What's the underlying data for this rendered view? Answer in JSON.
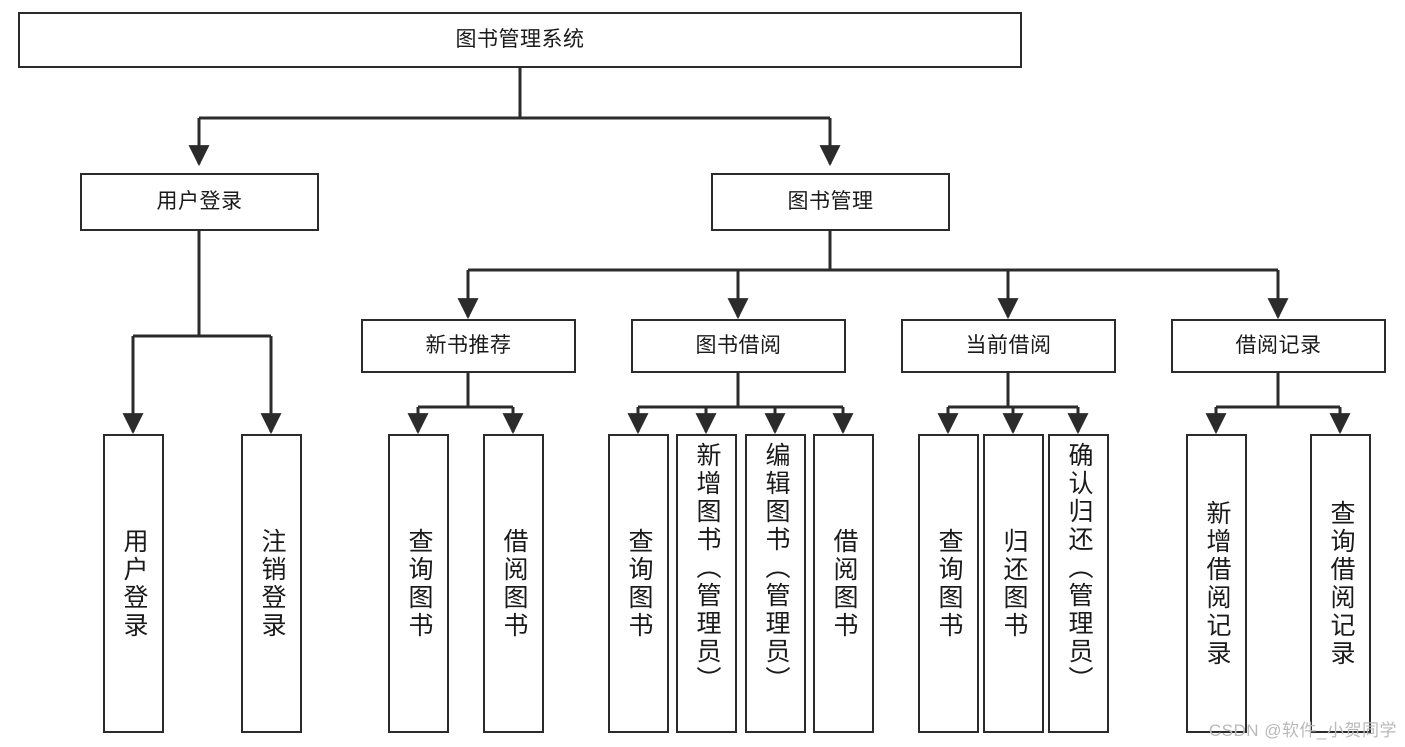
{
  "diagram": {
    "type": "tree-hierarchy-chart",
    "title": "图书管理系统",
    "watermark": "CSDN @软件_小贺同学",
    "colors": {
      "border": "#2b2b2b",
      "background": "#ffffff",
      "text": "#1a1a1a",
      "watermark": "#b9b9b9"
    },
    "nodes": {
      "root": {
        "label": "图书管理系统"
      },
      "level2": [
        {
          "id": "user-login",
          "label": "用户登录"
        },
        {
          "id": "book-management",
          "label": "图书管理"
        }
      ],
      "level3": [
        {
          "id": "new-book-recommend",
          "label": "新书推荐"
        },
        {
          "id": "book-borrow",
          "label": "图书借阅"
        },
        {
          "id": "current-borrow",
          "label": "当前借阅"
        },
        {
          "id": "borrow-record",
          "label": "借阅记录"
        }
      ],
      "leaves": {
        "user_login": [
          {
            "id": "leaf-user-login",
            "label": "用户登录"
          },
          {
            "id": "leaf-logout-login",
            "label": "注销登录"
          }
        ],
        "new_book_recommend": [
          {
            "id": "leaf-query-book-1",
            "label": "查询图书"
          },
          {
            "id": "leaf-borrow-book-1",
            "label": "借阅图书"
          }
        ],
        "book_borrow": [
          {
            "id": "leaf-query-book-2",
            "label": "查询图书"
          },
          {
            "id": "leaf-add-book",
            "label": "新增图书（管理员）"
          },
          {
            "id": "leaf-edit-book",
            "label": "编辑图书（管理员）"
          },
          {
            "id": "leaf-borrow-book-2",
            "label": "借阅图书"
          }
        ],
        "current_borrow": [
          {
            "id": "leaf-query-book-3",
            "label": "查询图书"
          },
          {
            "id": "leaf-return-book",
            "label": "归还图书"
          },
          {
            "id": "leaf-confirm-return",
            "label": "确认归还（管理员）"
          }
        ],
        "borrow_record": [
          {
            "id": "leaf-add-borrow-record",
            "label": "新增借阅记录"
          },
          {
            "id": "leaf-query-borrow-record",
            "label": "查询借阅记录"
          }
        ]
      }
    }
  }
}
